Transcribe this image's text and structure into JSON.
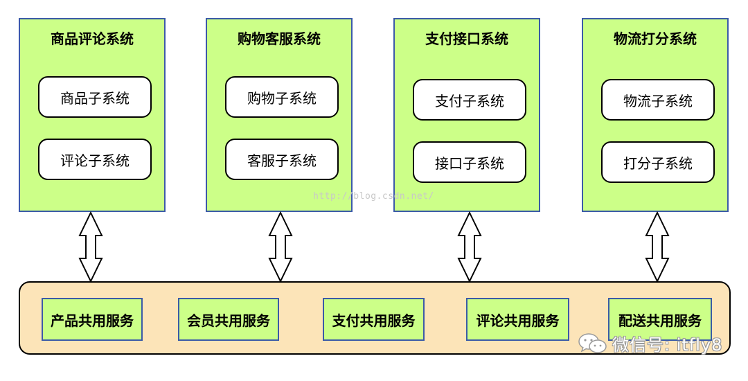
{
  "systems": [
    {
      "title": "商品评论系统",
      "subs": [
        "商品子系统",
        "评论子系统"
      ]
    },
    {
      "title": "购物客服系统",
      "subs": [
        "购物子系统",
        "客服子系统"
      ]
    },
    {
      "title": "支付接口系统",
      "subs": [
        "支付子系统",
        "接口子系统"
      ]
    },
    {
      "title": "物流打分系统",
      "subs": [
        "物流子系统",
        "打分子系统"
      ]
    }
  ],
  "services": [
    "产品共用服务",
    "会员共用服务",
    "支付共用服务",
    "评论共用服务",
    "配送共用服务"
  ],
  "watermark": {
    "csdn": "http://blog.csdn.net/",
    "wechat": "微信号: itfly8"
  },
  "icons": {
    "arrow": "double-headed-vertical-arrow-icon",
    "wechat": "wechat-logo-icon"
  },
  "colors": {
    "system_fill": "#ccff88",
    "system_border": "#3b5aa8",
    "bus_fill": "#fce4b8"
  }
}
